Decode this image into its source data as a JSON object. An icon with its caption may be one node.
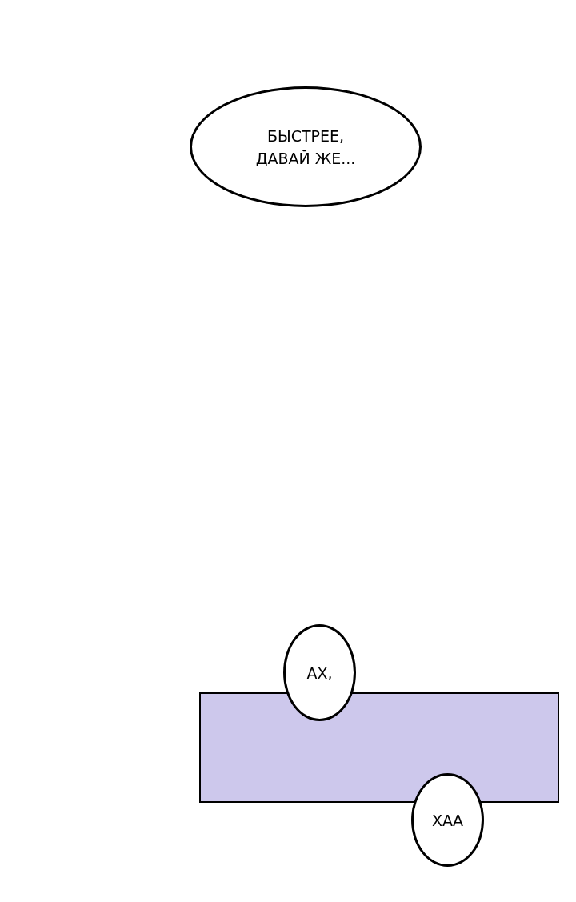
{
  "diagram": {
    "nodes": [
      {
        "text": [
          "БЫСТРЕЕ, ДАВАЙ ЖЕ..."
        ]
      },
      {
        "text": [
          "АХ,"
        ]
      },
      {
        "text": [],
        "shape": "box"
      },
      {
        "text": [
          "ХАА"
        ]
      }
    ]
  }
}
